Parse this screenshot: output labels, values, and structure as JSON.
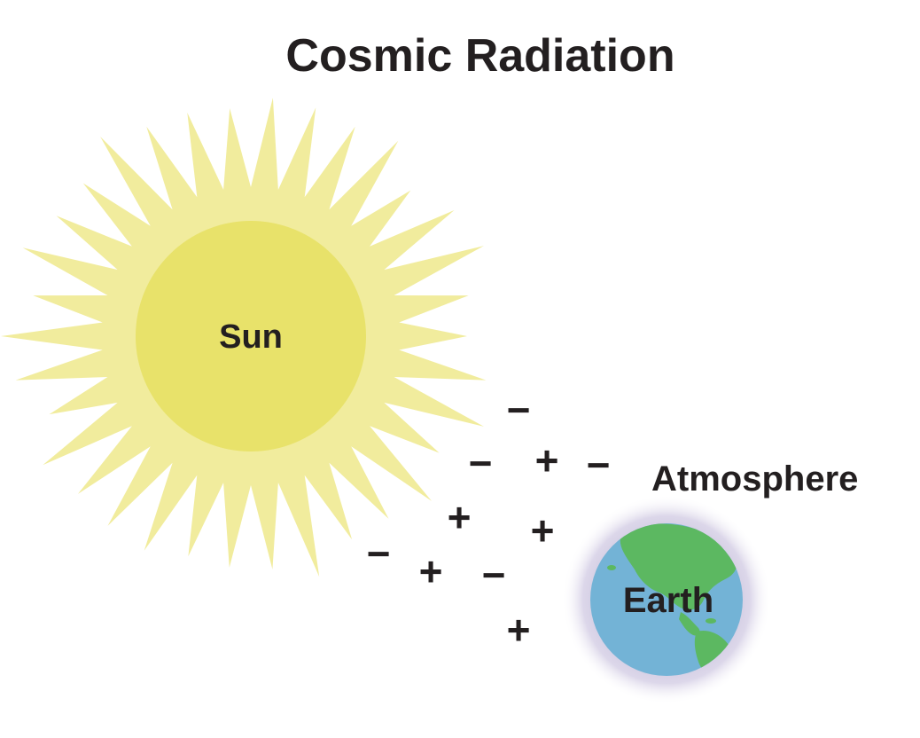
{
  "title": "Cosmic Radiation",
  "labels": {
    "sun": "Sun",
    "earth": "Earth",
    "atmosphere": "Atmosphere"
  },
  "charges": [
    "−",
    "−",
    "+",
    "−",
    "+",
    "+",
    "−",
    "+",
    "−",
    "+"
  ],
  "colors": {
    "sun_rays": "#f1ec9d",
    "sun_core": "#e8e26a",
    "atmosphere_glow": "#c9c2dc",
    "ocean": "#73b3d6",
    "land": "#5cb861",
    "text": "#231f20"
  }
}
